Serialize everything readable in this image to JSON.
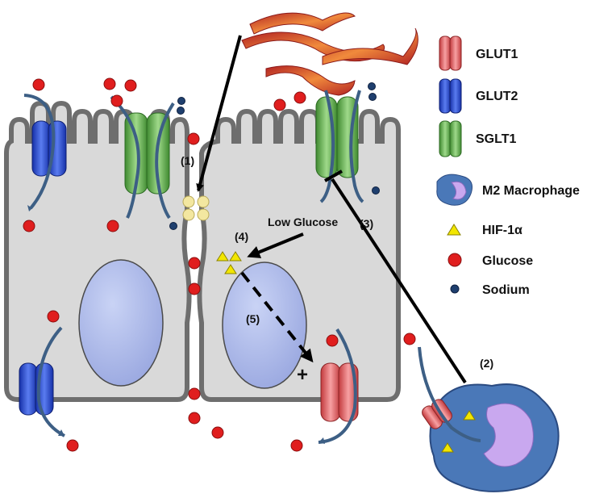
{
  "legend": {
    "glut1": {
      "label": "GLUT1",
      "color": "#e8575a"
    },
    "glut2": {
      "label": "GLUT2",
      "color": "#2f4fd8"
    },
    "sglt1": {
      "label": "SGLT1",
      "color": "#5fae4a"
    },
    "macrophage": {
      "label": "M2 Macrophage",
      "color": "#4a78b8"
    },
    "hif": {
      "label": "HIF-1α",
      "color": "#f2e600"
    },
    "glucose": {
      "label": "Glucose",
      "color": "#e01e1e"
    },
    "sodium": {
      "label": "Sodium",
      "color": "#1f3f6e"
    }
  },
  "annotations": {
    "step1": "(1)",
    "step2": "(2)",
    "step3": "(3)",
    "step4": "(4)",
    "step5": "(5)",
    "low_glucose": "Low Glucose",
    "plus": "+"
  }
}
